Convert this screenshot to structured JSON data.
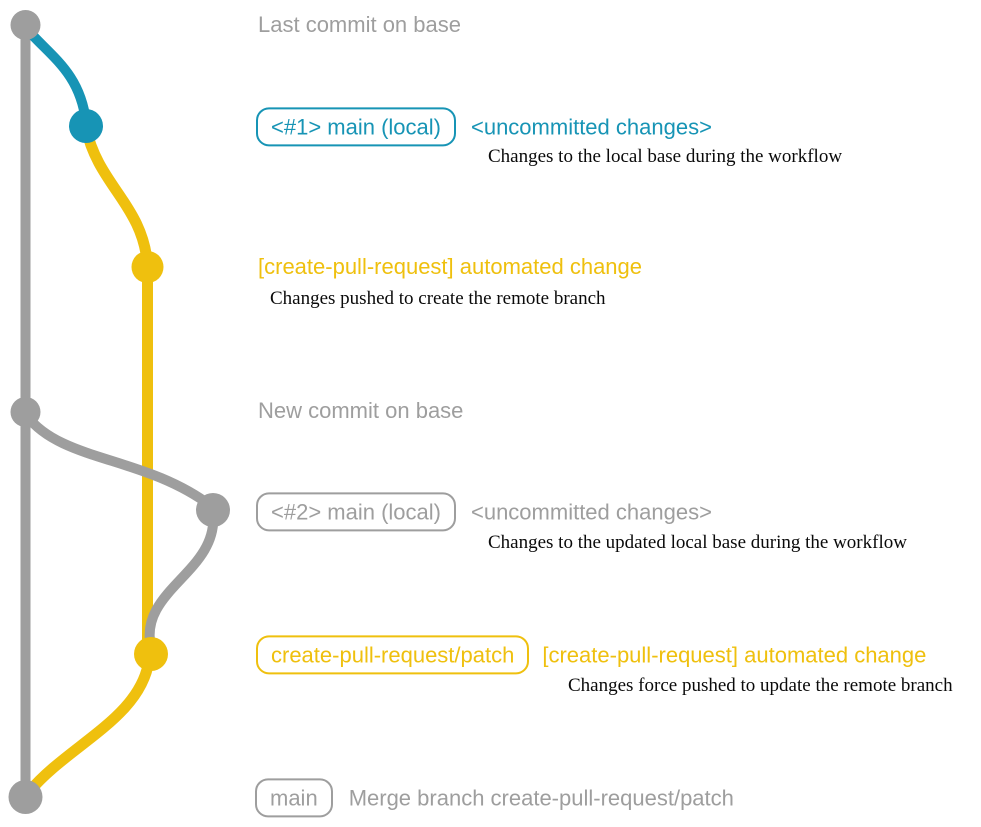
{
  "colors": {
    "gray": "#9e9e9e",
    "blue": "#1794b5",
    "yellow": "#efc00e",
    "ink": "#0a0a0a"
  },
  "diagram": {
    "branches": [
      {
        "name": "base",
        "color": "#9e9e9e"
      },
      {
        "name": "main (local)",
        "color": "#1794b5"
      },
      {
        "name": "create-pull-request/patch",
        "color": "#efc00e"
      }
    ],
    "rows": {
      "last_commit": {
        "label": "Last commit on base"
      },
      "uncommitted1": {
        "badge": "<#1> main (local)",
        "title": "<uncommitted changes>",
        "desc": "Changes to the local base during the workflow"
      },
      "automated1": {
        "title": "[create-pull-request] automated change",
        "desc": "Changes pushed to create the remote branch"
      },
      "new_commit": {
        "label": "New commit on base"
      },
      "uncommitted2": {
        "badge": "<#2> main (local)",
        "title": "<uncommitted changes>",
        "desc": "Changes to the updated local base during the workflow"
      },
      "automated2": {
        "badge": "create-pull-request/patch",
        "title": "[create-pull-request] automated change",
        "desc": "Changes force pushed to update the remote branch"
      },
      "merge": {
        "badge": "main",
        "label": "Merge branch create-pull-request/patch"
      }
    }
  }
}
